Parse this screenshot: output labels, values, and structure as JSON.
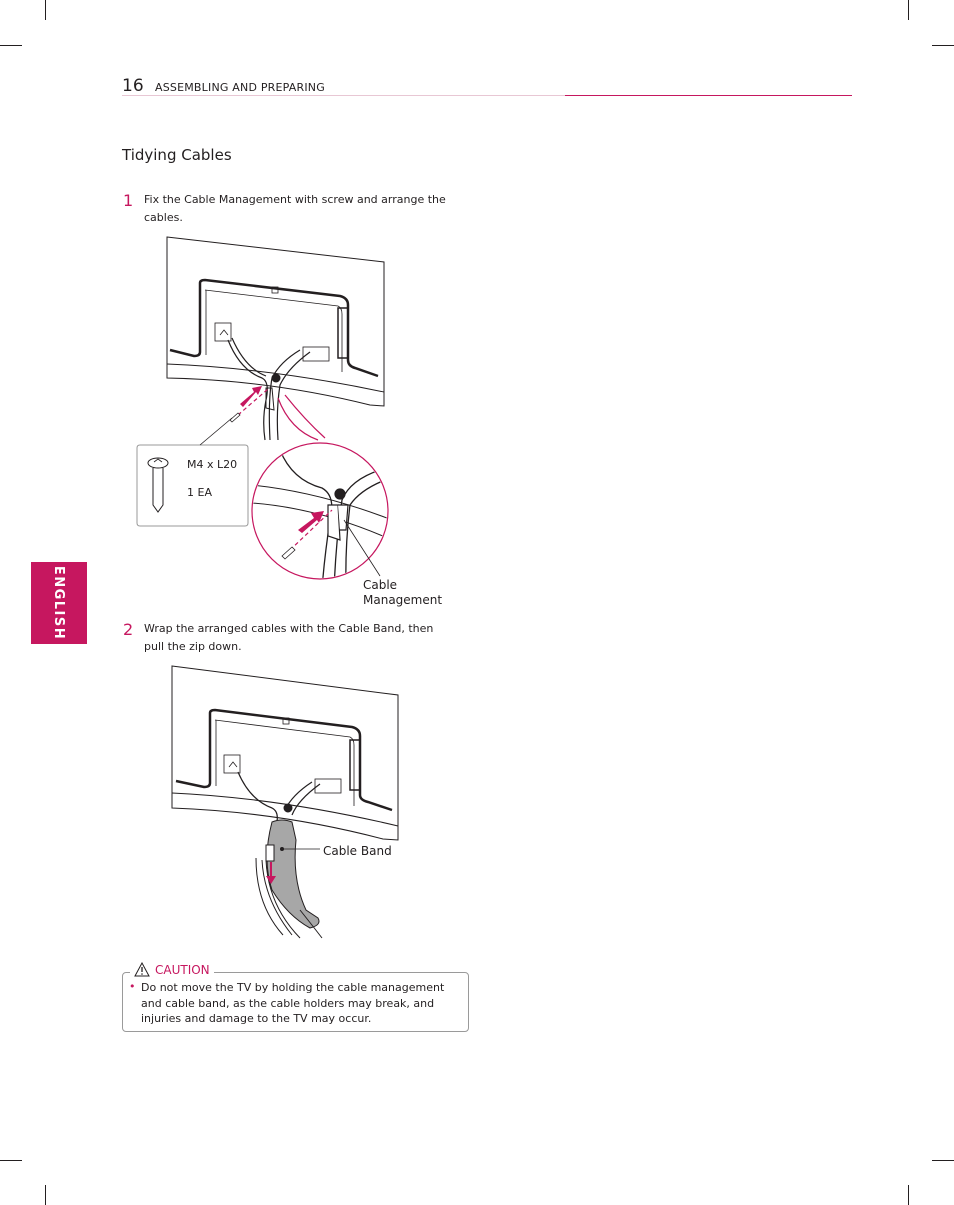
{
  "header": {
    "page_number": "16",
    "section": "ASSEMBLING AND PREPARING"
  },
  "title": "Tidying Cables",
  "side_tab": "ENGLISH",
  "steps": [
    {
      "number": "1",
      "text": "Fix the Cable Management with screw and arrange the cables."
    },
    {
      "number": "2",
      "text": "Wrap the arranged cables with the Cable Band, then pull the zip down."
    }
  ],
  "figure1": {
    "screw_size": "M4 x L20",
    "quantity": "1 EA",
    "callout_line1": "Cable",
    "callout_line2": "Management"
  },
  "figure2": {
    "callout": "Cable Band"
  },
  "caution": {
    "label": "CAUTION",
    "text": "Do not move the TV by holding the cable management and cable band, as the cable holders may break, and injuries and damage to the TV may occur."
  },
  "colors": {
    "accent": "#c6175f",
    "text": "#231f20"
  }
}
